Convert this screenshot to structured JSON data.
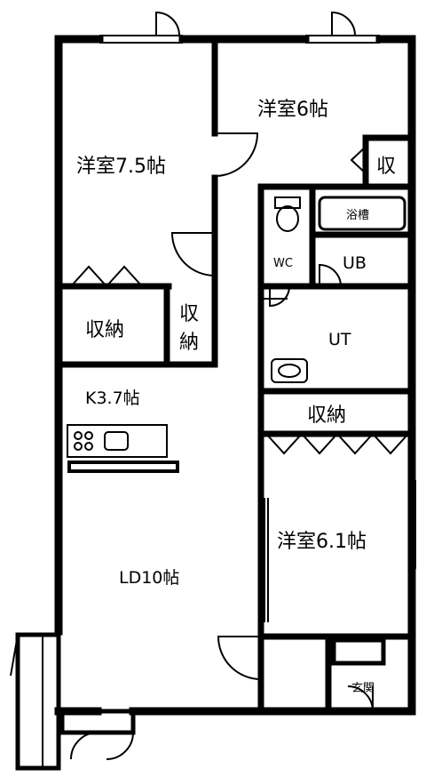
{
  "rooms": {
    "western_room_7_5": "洋室7.5帖",
    "western_room_6": "洋室6帖",
    "storage_small": "収",
    "bathtub": "浴槽",
    "wc": "WC",
    "ub": "UB",
    "storage_left": "収納",
    "storage_tall_top": "収",
    "storage_tall_bottom": "納",
    "ut": "UT",
    "kitchen": "K3.7帖",
    "storage_mid": "収納",
    "western_room_6_1": "洋室6.1帖",
    "living_dining": "LD10帖",
    "entrance": "玄関"
  },
  "colors": {
    "wall": "#000000",
    "background": "#ffffff"
  }
}
